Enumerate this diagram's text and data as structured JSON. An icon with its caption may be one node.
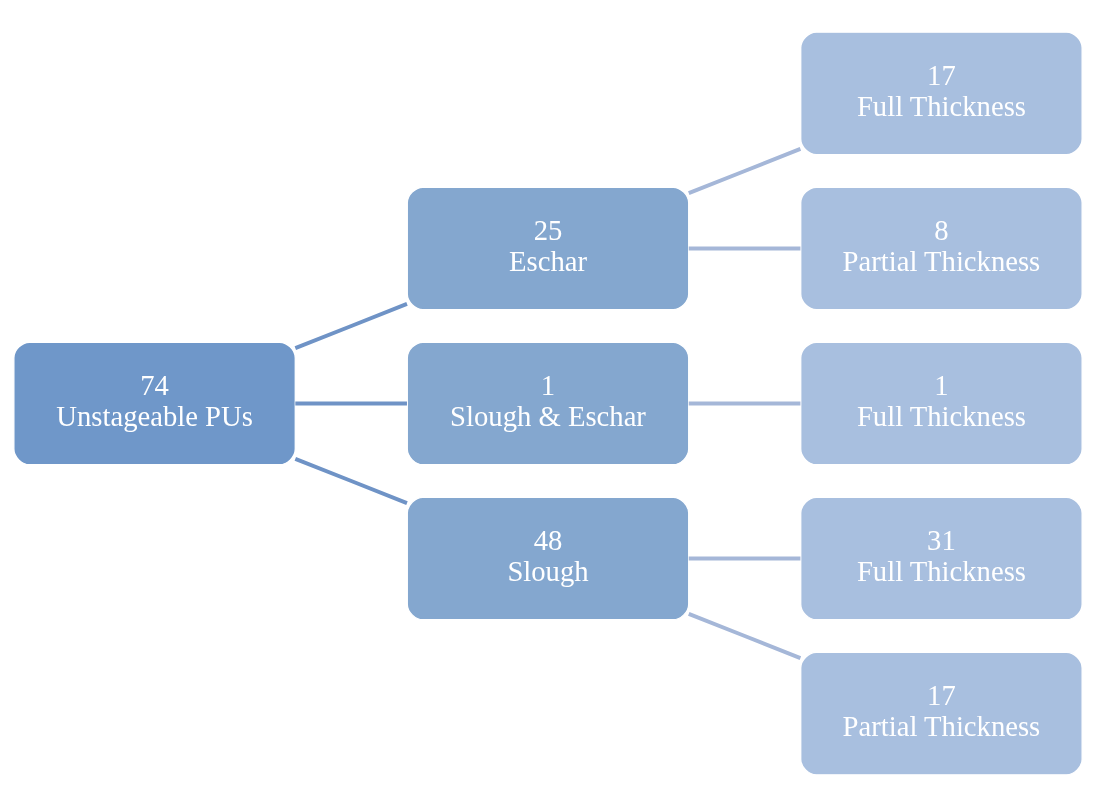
{
  "diagram": {
    "nodes": [
      {
        "text": [
          "74",
          "Unstageable PUs"
        ]
      },
      {
        "text": [
          "25",
          "Eschar"
        ]
      },
      {
        "text": [
          "1",
          "Slough & Eschar"
        ]
      },
      {
        "text": [
          "48",
          "Slough"
        ]
      },
      {
        "text": [
          "17",
          "Full Thickness"
        ]
      },
      {
        "text": [
          "8",
          "Partial Thickness"
        ]
      },
      {
        "text": [
          "1",
          "Full Thickness"
        ]
      },
      {
        "text": [
          "31",
          "Full Thickness"
        ]
      },
      {
        "text": [
          "17",
          "Partial Thickness"
        ]
      }
    ],
    "edges": [
      {
        "from": 0,
        "to": 1,
        "arrow": "none",
        "color": "#6f93c6"
      },
      {
        "from": 0,
        "to": 2,
        "arrow": "none",
        "color": "#6f93c6"
      },
      {
        "from": 0,
        "to": 3,
        "arrow": "none",
        "color": "#6f93c6"
      },
      {
        "from": 1,
        "to": 4,
        "arrow": "none"
      },
      {
        "from": 1,
        "to": 5,
        "arrow": "none"
      },
      {
        "from": 2,
        "to": 6,
        "arrow": "none"
      },
      {
        "from": 3,
        "to": 7,
        "arrow": "none"
      },
      {
        "from": 3,
        "to": 8,
        "arrow": "none"
      }
    ]
  }
}
